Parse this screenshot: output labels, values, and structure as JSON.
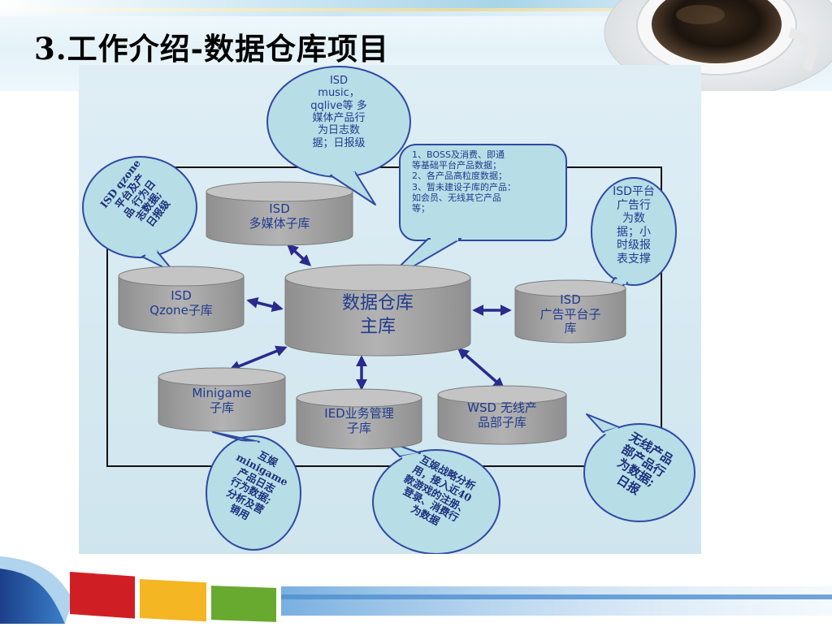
{
  "slide": {
    "title": "3.工作介绍-数据仓库项目"
  },
  "colors": {
    "panel_bg": "#d6e9f1",
    "db_fill": "#a3a3a3",
    "db_top": "#c4c4c4",
    "bubble_fill": "#b7dde6",
    "bubble_stroke": "#2d4aa3",
    "arrow": "#2b2a8c",
    "text": "#1f3b8f"
  },
  "icons": [
    "coffee-cup-image",
    "double-arrow-icon"
  ],
  "diagram": {
    "databases": {
      "main": {
        "lines": [
          "数据仓库",
          "主库"
        ]
      },
      "isd_media": {
        "lines": [
          "ISD",
          "多媒体子库"
        ]
      },
      "isd_qzone": {
        "lines": [
          "ISD",
          "Qzone子库"
        ]
      },
      "isd_ad": {
        "lines": [
          "ISD",
          "广告平台子",
          "库"
        ]
      },
      "minigame": {
        "lines": [
          "Minigame",
          "子库"
        ]
      },
      "ied": {
        "lines": [
          "IED业务管理",
          "子库"
        ]
      },
      "wsd": {
        "lines": [
          "WSD 无线产",
          "品部子库"
        ]
      }
    },
    "callouts": {
      "isd_media": {
        "lines": [
          "ISD",
          "music，",
          "qqlive等 多",
          "媒体产品行",
          "为日志数",
          "据；日报级"
        ]
      },
      "isd_qzone": {
        "lines": [
          "ISD qzone",
          "平台及产",
          "品 行为日",
          "志数据;",
          "日报级"
        ]
      },
      "main": {
        "lines": [
          "1、BOSS及消费、即通",
          "等基础平台产品数据；",
          "2、各产品高粒度数据；",
          "3、暂未建设子库的产品：",
          "如会员、无线其它产品",
          "等；"
        ]
      },
      "isd_ad": {
        "lines": [
          "ISD平台",
          "广告行",
          "为数",
          "据；小",
          "时级报",
          "表支撑"
        ]
      },
      "minigame": {
        "lines": [
          "互娱",
          "minigame",
          "产品日志",
          "行为数据;",
          "分析及营",
          "销用"
        ]
      },
      "ied": {
        "lines": [
          "互娱战略分析",
          "用，接入近40",
          "款游戏的注册、",
          "登录、消费行",
          "为数据"
        ]
      },
      "wsd": {
        "lines": [
          "无线产品",
          "部产品行",
          "为数据;",
          "日报"
        ]
      }
    }
  }
}
